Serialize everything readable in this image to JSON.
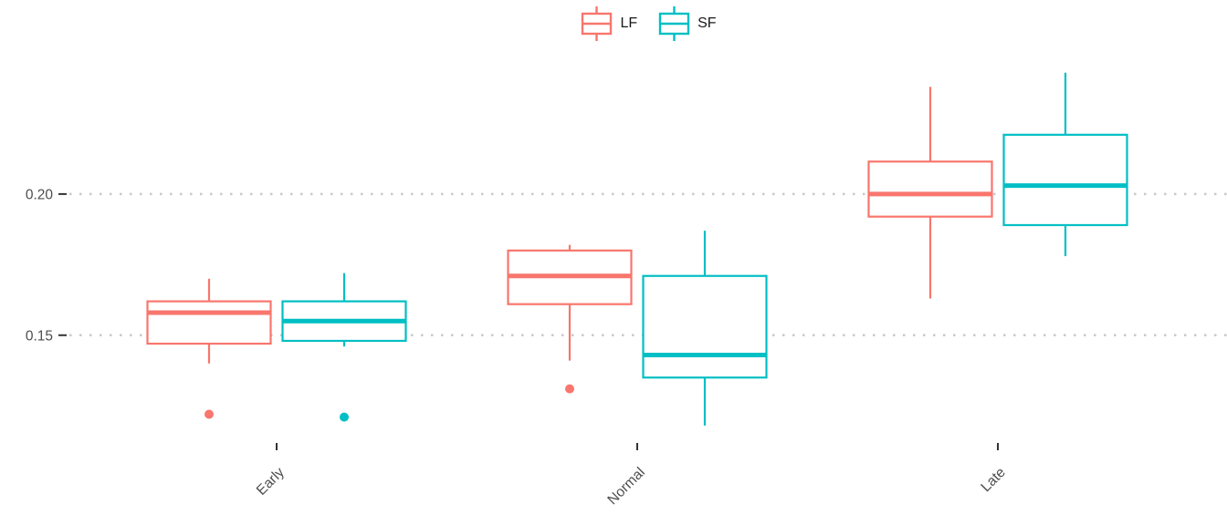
{
  "chart_data": {
    "type": "boxplot",
    "title": "",
    "xlabel": "",
    "ylabel": "",
    "categories": [
      "Early",
      "Normal",
      "Late"
    ],
    "legend_position": "top-center",
    "grid": "dotted horizontal lines at y ticks only",
    "yticks": [
      0.15,
      0.2
    ],
    "ytick_labels": [
      "0.15",
      "0.20"
    ],
    "ylim": [
      0.1128,
      0.2492
    ],
    "series": [
      {
        "name": "LF",
        "color": "#F8766D",
        "boxes": [
          {
            "category": "Early",
            "whisker_low": 0.14,
            "q1": 0.147,
            "median": 0.158,
            "q3": 0.162,
            "whisker_high": 0.17,
            "outliers": [
              0.122
            ]
          },
          {
            "category": "Normal",
            "whisker_low": 0.141,
            "q1": 0.161,
            "median": 0.171,
            "q3": 0.18,
            "whisker_high": 0.182,
            "outliers": [
              0.131
            ]
          },
          {
            "category": "Late",
            "whisker_low": 0.163,
            "q1": 0.192,
            "median": 0.2,
            "q3": 0.2115,
            "whisker_high": 0.238,
            "outliers": []
          }
        ]
      },
      {
        "name": "SF",
        "color": "#00BFC4",
        "boxes": [
          {
            "category": "Early",
            "whisker_low": 0.146,
            "q1": 0.148,
            "median": 0.155,
            "q3": 0.162,
            "whisker_high": 0.172,
            "outliers": [
              0.121
            ]
          },
          {
            "category": "Normal",
            "whisker_low": 0.118,
            "q1": 0.135,
            "median": 0.143,
            "q3": 0.171,
            "whisker_high": 0.187,
            "outliers": []
          },
          {
            "category": "Late",
            "whisker_low": 0.178,
            "q1": 0.189,
            "median": 0.203,
            "q3": 0.221,
            "whisker_high": 0.243,
            "outliers": []
          }
        ]
      }
    ]
  },
  "styles": {
    "background": "#ffffff",
    "grid_color": "#c9c9c9",
    "tick_color": "#333333",
    "axis_text_color": "#4d4d4d",
    "legend_text_color": "#1a1a1a",
    "box_fill": "#ffffff"
  }
}
